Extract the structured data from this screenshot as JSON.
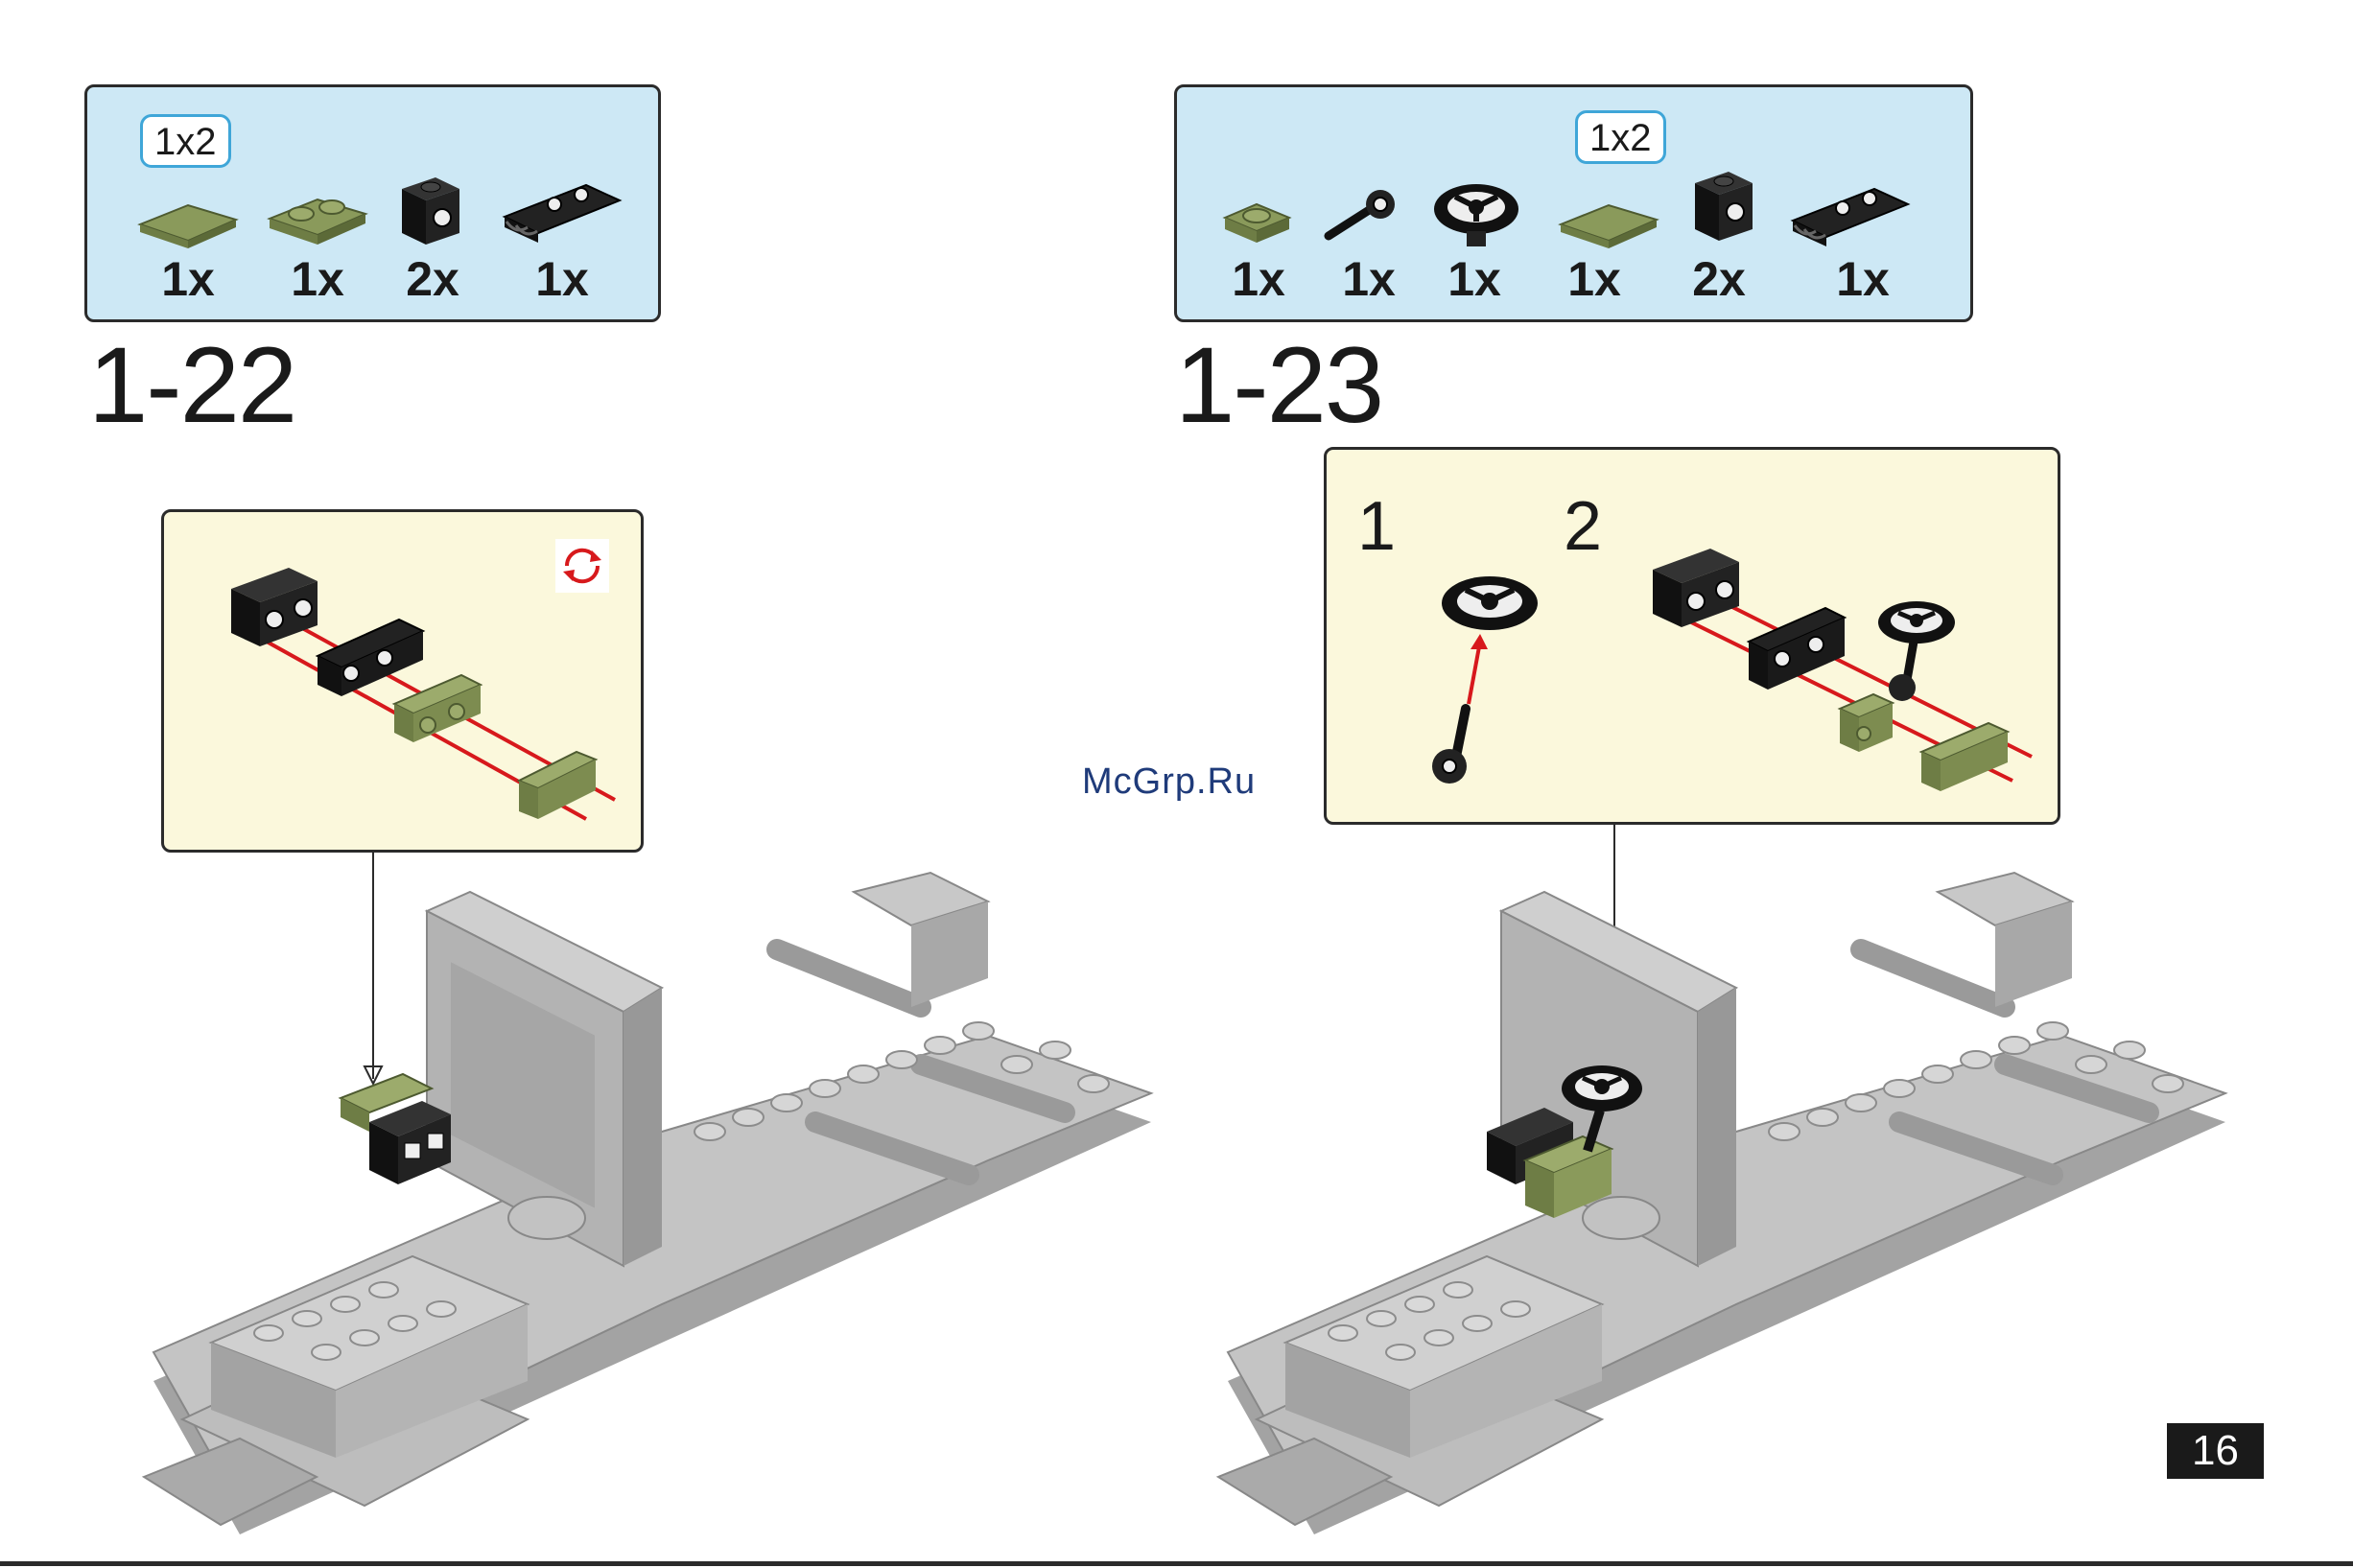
{
  "steps": [
    {
      "number": "1-22",
      "size_label": "1x2",
      "parts": [
        {
          "icon": "tile-1x2-green-icon",
          "qty": "1x"
        },
        {
          "icon": "plate-1x2-green-icon",
          "qty": "1x"
        },
        {
          "icon": "brick-clip-black-icon",
          "qty": "2x"
        },
        {
          "icon": "hinge-plate-black-icon",
          "qty": "1x"
        }
      ]
    },
    {
      "number": "1-23",
      "size_label": "1x2",
      "sub_steps": [
        "1",
        "2"
      ],
      "parts": [
        {
          "icon": "plate-1x1-green-icon",
          "qty": "1x"
        },
        {
          "icon": "bar-clip-black-icon",
          "qty": "1x"
        },
        {
          "icon": "steering-wheel-icon",
          "qty": "1x"
        },
        {
          "icon": "tile-1x2-green-icon",
          "qty": "1x"
        },
        {
          "icon": "brick-clip-black-icon",
          "qty": "2x"
        },
        {
          "icon": "hinge-plate-black-icon",
          "qty": "1x"
        }
      ]
    }
  ],
  "watermark": "McGrp.Ru",
  "page_number": "16",
  "colors": {
    "parts_bg": "#cde8f5",
    "callout_bg": "#fbf8dc",
    "olive": "#8a9a5b",
    "grey": "#b9b9b9",
    "arrow": "#d7191c"
  }
}
